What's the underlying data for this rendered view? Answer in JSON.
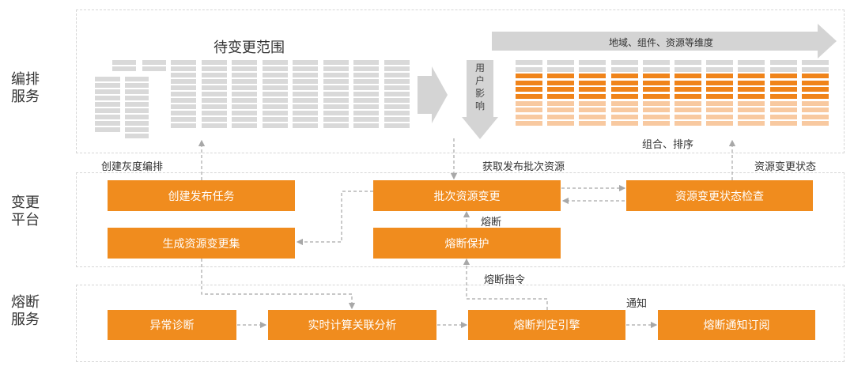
{
  "layers": {
    "orchestration": {
      "label_line1": "编排",
      "label_line2": "服务"
    },
    "platform": {
      "label_line1": "变更",
      "label_line2": "平台"
    },
    "circuit": {
      "label_line1": "熔断",
      "label_line2": "服务"
    }
  },
  "orchestration": {
    "pending_scope_title": "待变更范围",
    "user_impact_chars": [
      "用",
      "户",
      "影",
      "响"
    ],
    "dimension_arrow_label": "地域、组件、资源等维度",
    "combine_sort_label": "组合、排序",
    "colors": {
      "gray_bar": "#d9d9d9",
      "orange_bar": "#f0841a",
      "light_orange_bar": "#f8c9a0"
    }
  },
  "connectors": {
    "create_gray_orchestration": "创建灰度编排",
    "get_batch_resources": "获取发布批次资源",
    "resource_change_status": "资源变更状态",
    "circuit_break": "熔断",
    "circuit_break_command": "熔断指令",
    "notify": "通知"
  },
  "platform": {
    "create_task": "创建发布任务",
    "generate_change_set": "生成资源变更集",
    "batch_change": "批次资源变更",
    "status_check": "资源变更状态检查",
    "circuit_protection": "熔断保护"
  },
  "circuit_service": {
    "anomaly_diagnosis": "异常诊断",
    "realtime_analysis": "实时计算关联分析",
    "decision_engine": "熔断判定引擎",
    "notify_subscription": "熔断通知订阅"
  },
  "theme": {
    "accent": "#f08c1e",
    "arrow_gray": "#d4d4d4",
    "line_gray": "#a8a8a8"
  }
}
